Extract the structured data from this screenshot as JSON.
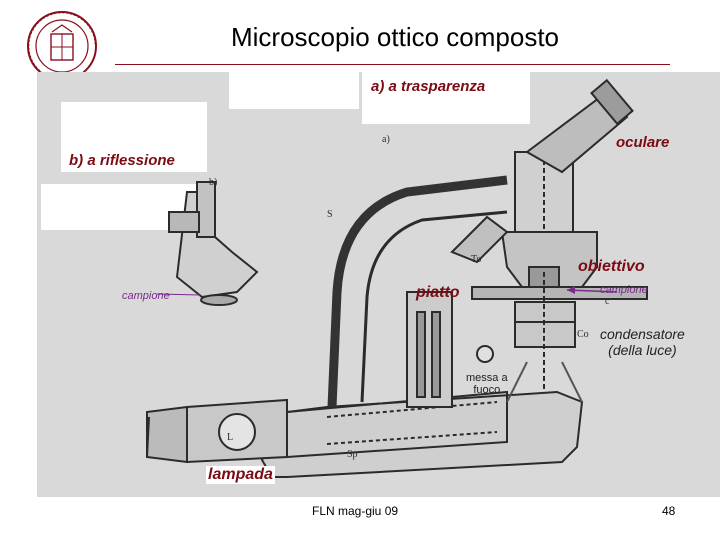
{
  "title": "Microscopio ottico composto",
  "labels": {
    "trasparenza": "a) a trasparenza",
    "riflessione": "b) a riflessione",
    "oculare": "oculare",
    "obiettivo": "obiettivo",
    "piatto": "piatto",
    "campione_left": "campione",
    "campione_right": "campione",
    "condensatore_line1": "condensatore",
    "condensatore_line2": "(della luce)",
    "messa_line1": "messa a",
    "messa_line2": "fuoco",
    "lampada": "lampada"
  },
  "footer": "FLN mag-giu 09",
  "page_number": "48",
  "colors": {
    "accent": "#7a0c14",
    "sample": "#7a2a8a",
    "drawing": "#2b2b2b",
    "paper": "#d9d9d9"
  },
  "icons": {
    "logo": "university-seal-icon"
  }
}
